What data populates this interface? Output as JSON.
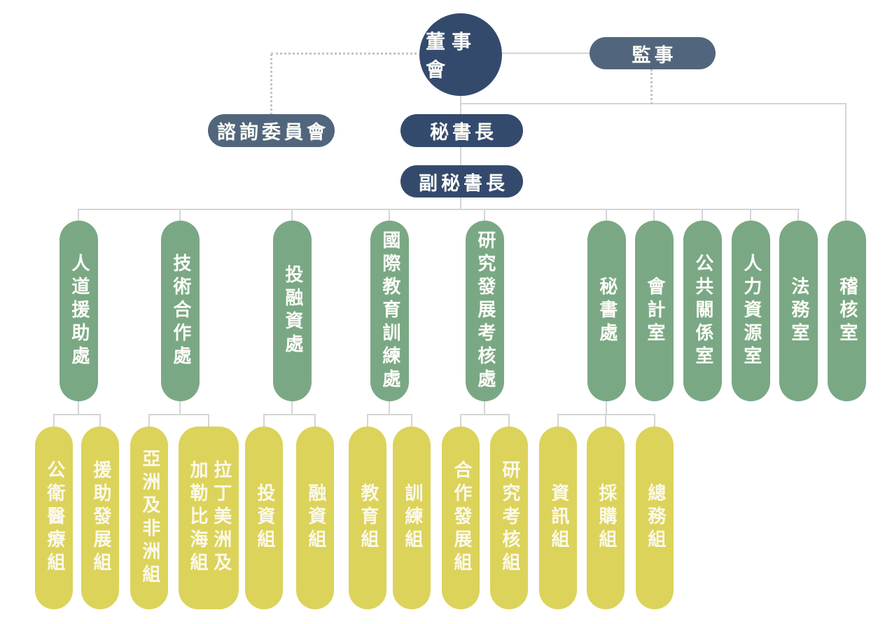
{
  "colors": {
    "navy": "#344a6d",
    "slate": "#51667c",
    "green": "#7aa884",
    "yellow": "#dcd35b",
    "connector": "#d5d5d5",
    "dotted_connector": "#c3c5cb",
    "node_text": "#fdfdf8",
    "group_text": "#fbf9ec"
  },
  "org_chart": {
    "board": {
      "label": "董事會"
    },
    "supervisors": {
      "label": "監事"
    },
    "advisory_committee": {
      "label": "諮詢委員會"
    },
    "secretary_general": {
      "label": "秘書長"
    },
    "deputy_secretary_general": {
      "label": "副秘書長"
    },
    "departments": [
      {
        "id": "humanitarian-assistance-dept",
        "label": "人道援助處",
        "children": [
          {
            "id": "public-health-medical-group",
            "label": "公衛醫療組"
          },
          {
            "id": "assistance-development-group",
            "label": "援助發展組"
          }
        ]
      },
      {
        "id": "technical-cooperation-dept",
        "label": "技術合作處",
        "children": [
          {
            "id": "asia-africa-group",
            "label": "亞洲及非洲組"
          },
          {
            "id": "latin-america-caribbean-group",
            "label": "拉丁美洲及加勒比海組"
          }
        ]
      },
      {
        "id": "investment-financing-dept",
        "label": "投融資處",
        "children": [
          {
            "id": "investment-group",
            "label": "投資組"
          },
          {
            "id": "financing-group",
            "label": "融資組"
          }
        ]
      },
      {
        "id": "intl-education-training-dept",
        "label": "國際教育訓練處",
        "children": [
          {
            "id": "education-group",
            "label": "教育組"
          },
          {
            "id": "training-group",
            "label": "訓練組"
          }
        ]
      },
      {
        "id": "research-development-evaluation-dept",
        "label": "研究發展考核處",
        "children": [
          {
            "id": "cooperation-development-group",
            "label": "合作發展組"
          },
          {
            "id": "research-evaluation-group",
            "label": "研究考核組"
          }
        ]
      },
      {
        "id": "secretariat-dept",
        "label": "秘書處",
        "children": [
          {
            "id": "information-group",
            "label": "資訊組"
          },
          {
            "id": "procurement-group",
            "label": "採購組"
          },
          {
            "id": "general-affairs-group",
            "label": "總務組"
          }
        ]
      },
      {
        "id": "accounting-office",
        "label": "會計室",
        "children": []
      },
      {
        "id": "public-relations-office",
        "label": "公共關係室",
        "children": []
      },
      {
        "id": "human-resources-office",
        "label": "人力資源室",
        "children": []
      },
      {
        "id": "legal-affairs-office",
        "label": "法務室",
        "children": []
      },
      {
        "id": "audit-office",
        "label": "稽核室",
        "children": []
      }
    ]
  }
}
